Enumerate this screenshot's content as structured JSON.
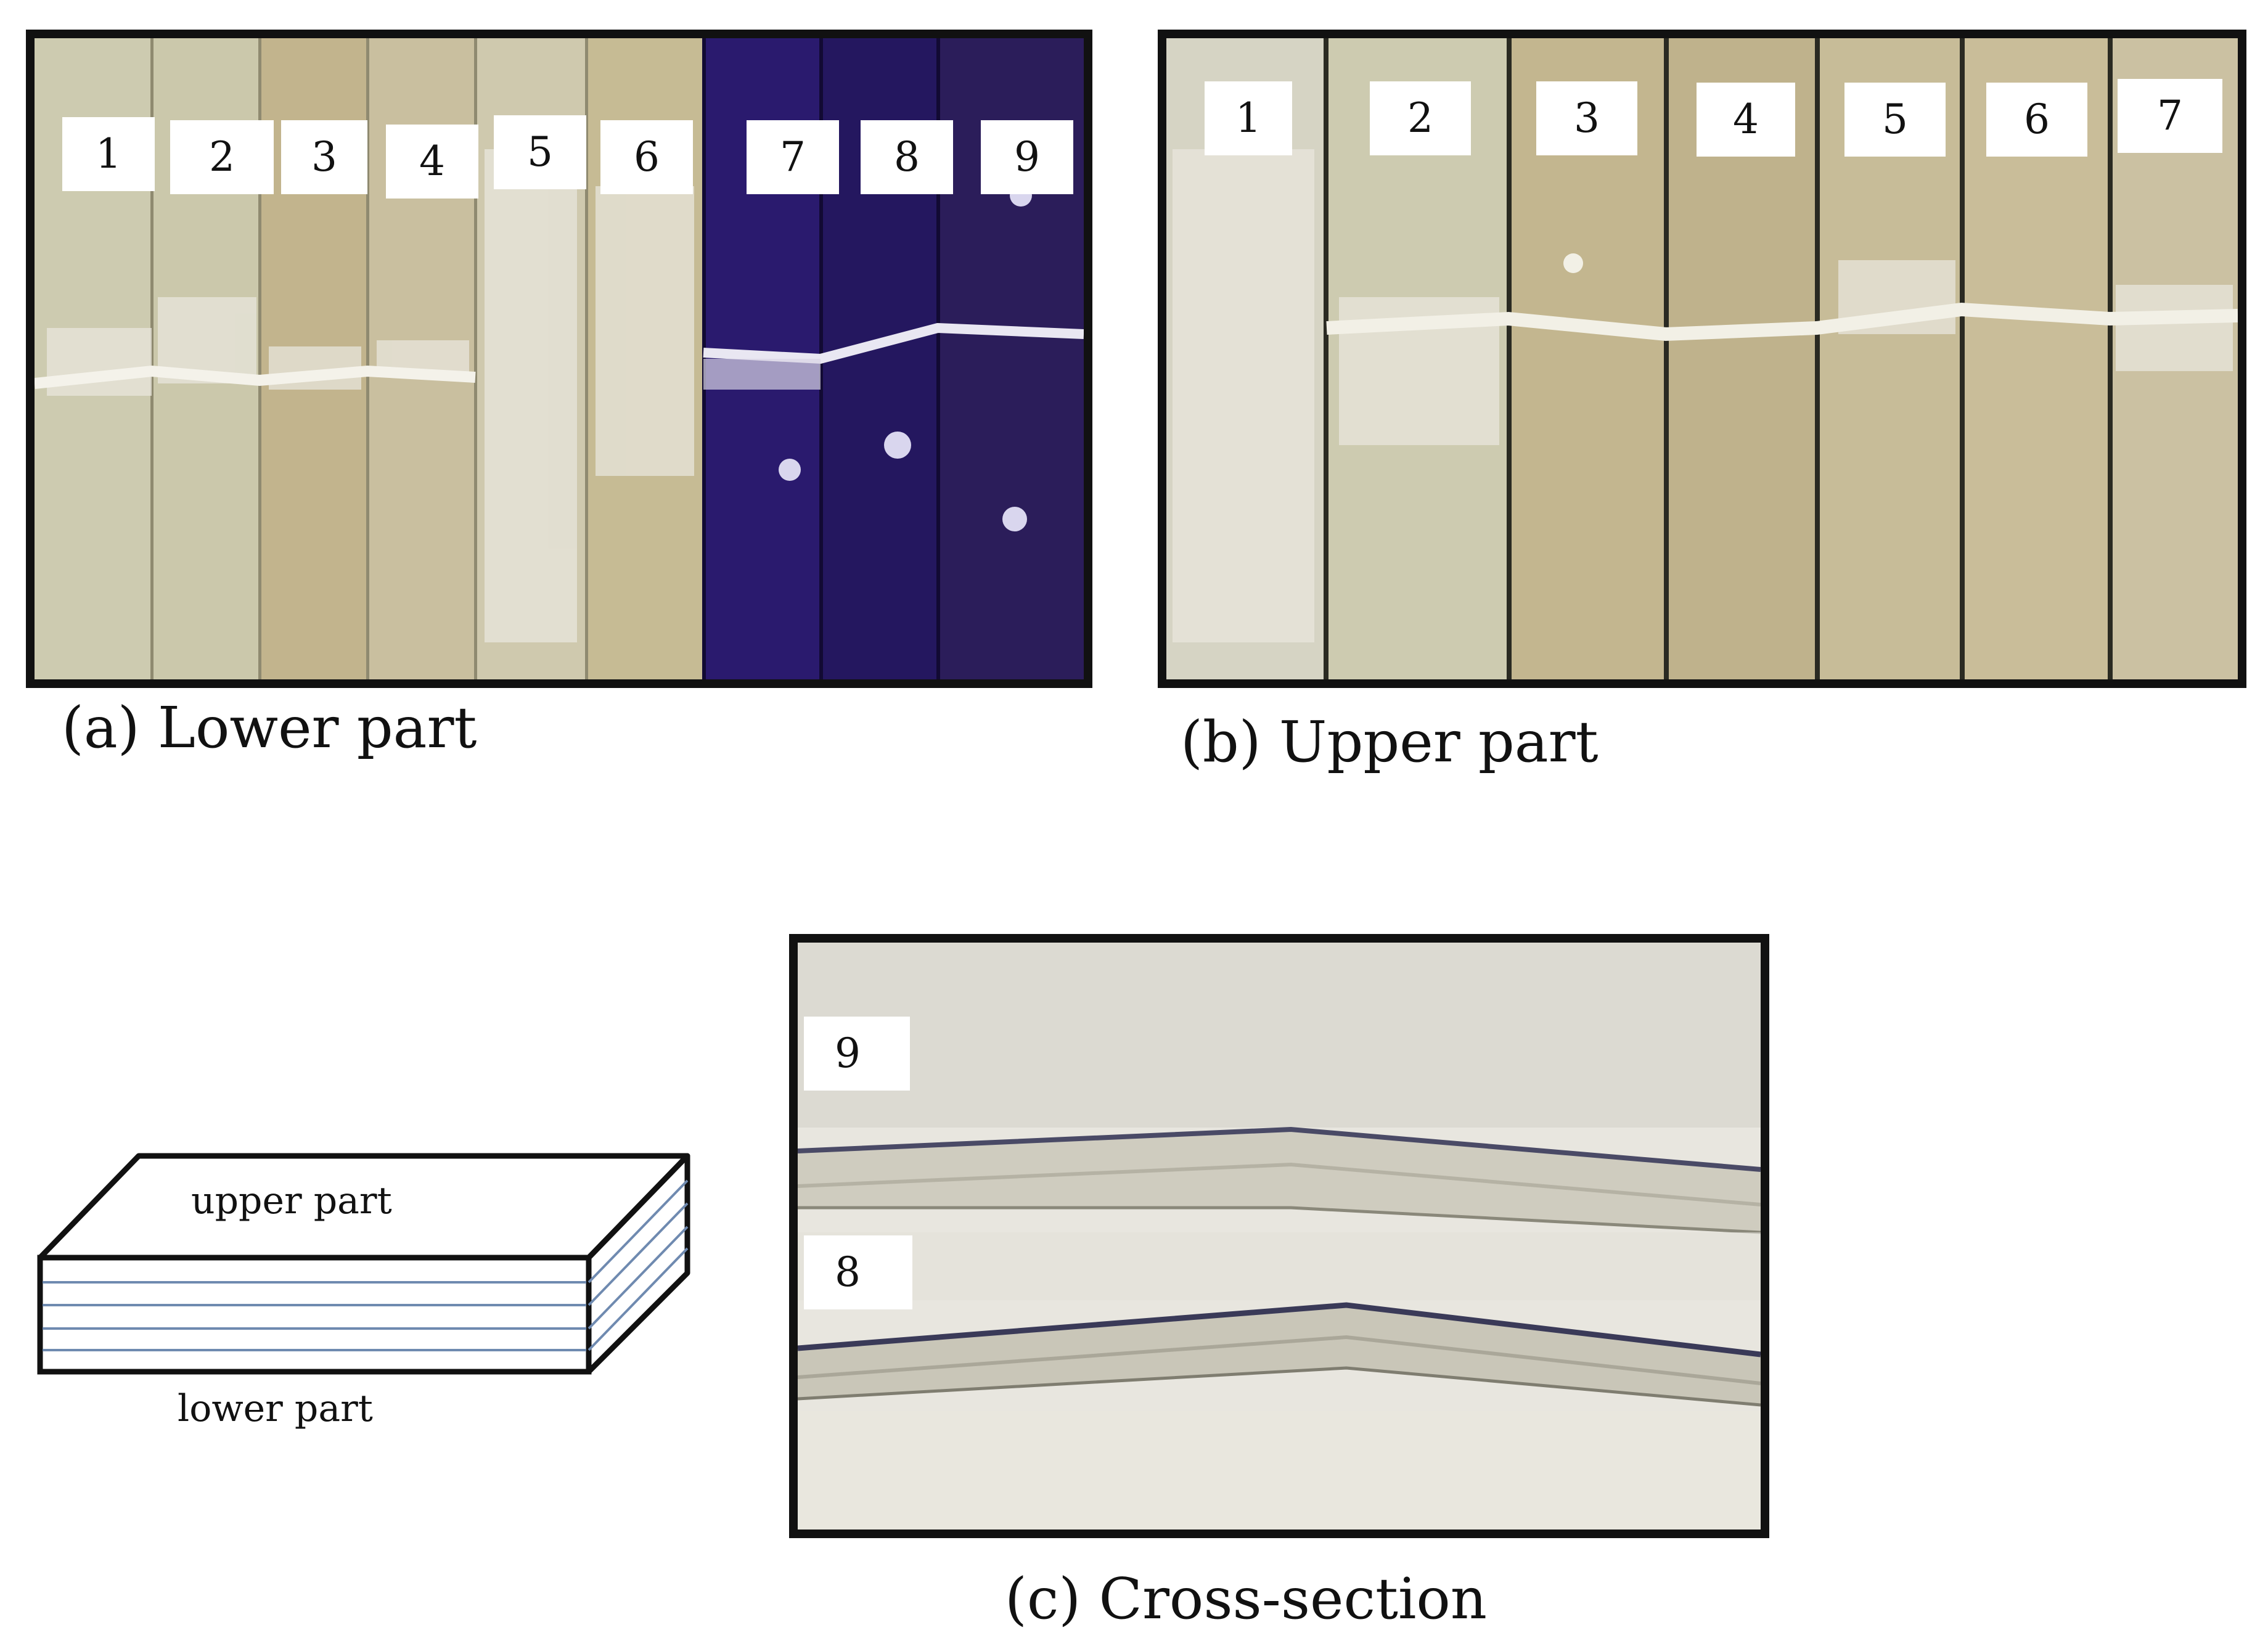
{
  "panel_a": {
    "caption": "(a) Lower part",
    "labels": [
      "1",
      "2",
      "3",
      "4",
      "5",
      "6",
      "7",
      "8",
      "9"
    ]
  },
  "panel_b": {
    "caption": "(b) Upper part",
    "labels": [
      "1",
      "2",
      "3",
      "4",
      "5",
      "6",
      "7"
    ]
  },
  "panel_c": {
    "caption": "(c) Cross-section",
    "labels": [
      "9",
      "8"
    ]
  },
  "diagram": {
    "upper_label": "upper part",
    "lower_label": "lower part"
  }
}
